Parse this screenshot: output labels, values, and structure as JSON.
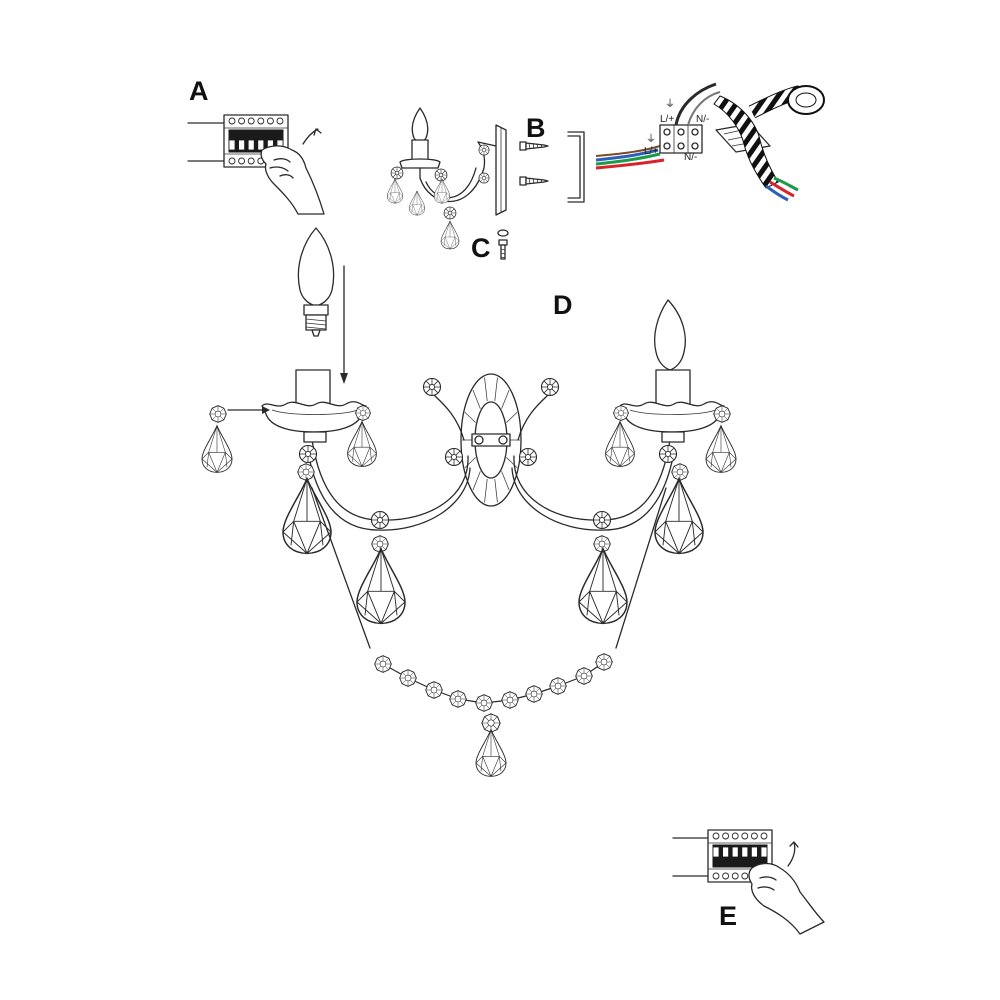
{
  "steps": {
    "a": "A",
    "b": "B",
    "c": "C",
    "d": "D",
    "e": "E"
  },
  "wiring": {
    "live_top": "L/+",
    "neutral_top": "N/-",
    "live_bottom": "L/+",
    "neutral_bottom": "N/-",
    "earth_symbol": "⏚"
  },
  "colors": {
    "line": "#2a2a2a",
    "wire_red": "#d8232a",
    "wire_blue": "#2e5fb8",
    "wire_green": "#1a9a4a",
    "wire_brown": "#7a4a2a"
  }
}
